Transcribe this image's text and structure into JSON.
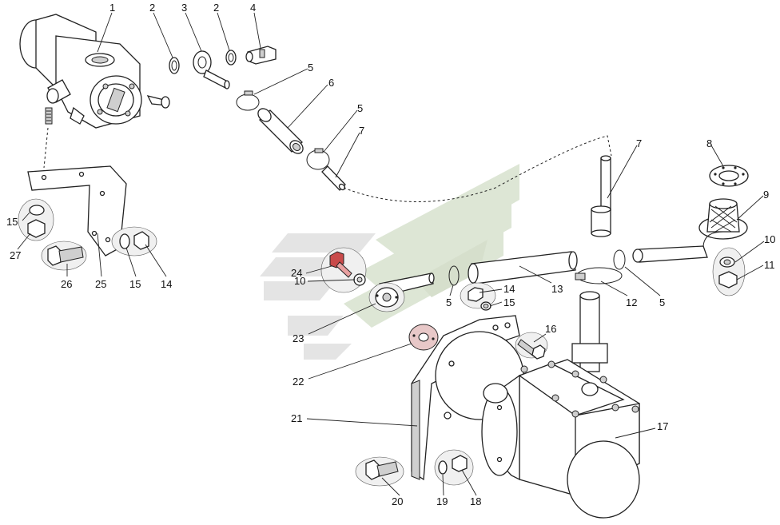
{
  "diagram": {
    "labels": [
      {
        "id": "l1",
        "text": "1"
      },
      {
        "id": "l2a",
        "text": "2"
      },
      {
        "id": "l3",
        "text": "3"
      },
      {
        "id": "l2b",
        "text": "2"
      },
      {
        "id": "l4",
        "text": "4"
      },
      {
        "id": "l5a",
        "text": "5"
      },
      {
        "id": "l6",
        "text": "6"
      },
      {
        "id": "l5b",
        "text": "5"
      },
      {
        "id": "l7a",
        "text": "7"
      },
      {
        "id": "l7b",
        "text": "7"
      },
      {
        "id": "l8",
        "text": "8"
      },
      {
        "id": "l9",
        "text": "9"
      },
      {
        "id": "l10a",
        "text": "10"
      },
      {
        "id": "l11",
        "text": "11"
      },
      {
        "id": "l5c",
        "text": "5"
      },
      {
        "id": "l12",
        "text": "12"
      },
      {
        "id": "l13",
        "text": "13"
      },
      {
        "id": "l14a",
        "text": "14"
      },
      {
        "id": "l15a",
        "text": "15"
      },
      {
        "id": "l5d",
        "text": "5"
      },
      {
        "id": "l24",
        "text": "24"
      },
      {
        "id": "l10b",
        "text": "10"
      },
      {
        "id": "l23",
        "text": "23"
      },
      {
        "id": "l22",
        "text": "22"
      },
      {
        "id": "l16",
        "text": "16"
      },
      {
        "id": "l17",
        "text": "17"
      },
      {
        "id": "l21",
        "text": "21"
      },
      {
        "id": "l20",
        "text": "20"
      },
      {
        "id": "l19",
        "text": "19"
      },
      {
        "id": "l18",
        "text": "18"
      },
      {
        "id": "l15b",
        "text": "15"
      },
      {
        "id": "l27",
        "text": "27"
      },
      {
        "id": "l26",
        "text": "26"
      },
      {
        "id": "l25",
        "text": "25"
      },
      {
        "id": "l15c",
        "text": "15"
      },
      {
        "id": "l14b",
        "text": "14"
      }
    ]
  },
  "colors": {
    "line": "#222222",
    "watermark_green": "#dde6d5",
    "watermark_gray": "#e6e6e6",
    "highlight": "#c94a4a"
  }
}
